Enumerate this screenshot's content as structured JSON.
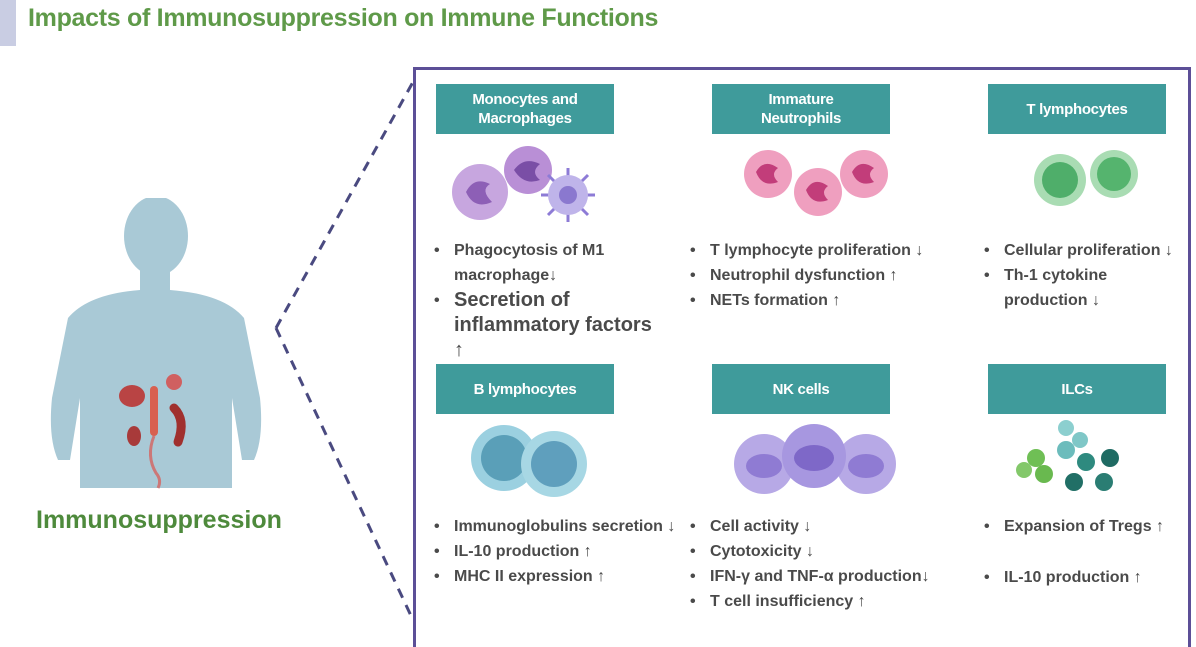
{
  "title": "Impacts of Immunosuppression on Immune Functions",
  "left_label": "Immunosuppression",
  "cards": [
    {
      "header_line1": "Monocytes and",
      "header_line2": "Macrophages",
      "bullets": [
        "Phagocytosis of M1 macrophage↓",
        "Secretion of inflammatory factors ↑"
      ]
    },
    {
      "header_line1": "Immature",
      "header_line2": "Neutrophils",
      "bullets": [
        "T lymphocyte proliferation ↓",
        "Neutrophil dysfunction ↑",
        "NETs formation ↑"
      ]
    },
    {
      "header_line1": "T lymphocytes",
      "header_line2": "",
      "bullets": [
        "Cellular proliferation ↓",
        "Th-1 cytokine production ↓"
      ]
    },
    {
      "header_line1": "B lymphocytes",
      "header_line2": "",
      "bullets": [
        "Immunoglobulins secretion ↓",
        "IL-10 production ↑",
        "MHC II expression ↑"
      ]
    },
    {
      "header_line1": "NK cells",
      "header_line2": "",
      "bullets": [
        "Cell activity ↓",
        "Cytotoxicity ↓",
        "IFN-γ and TNF-α production↓",
        "T cell insufficiency ↑"
      ]
    },
    {
      "header_line1": "ILCs",
      "header_line2": "",
      "bullets": [
        "Expansion of Tregs ↑",
        "IL-10 production ↑"
      ]
    }
  ],
  "colors": {
    "title": "#5f9a49",
    "header_bg": "#3f9b9b",
    "panel_border": "#5c4f97",
    "body_silhouette": "#a9c9d6",
    "text": "#4a4a4a"
  }
}
